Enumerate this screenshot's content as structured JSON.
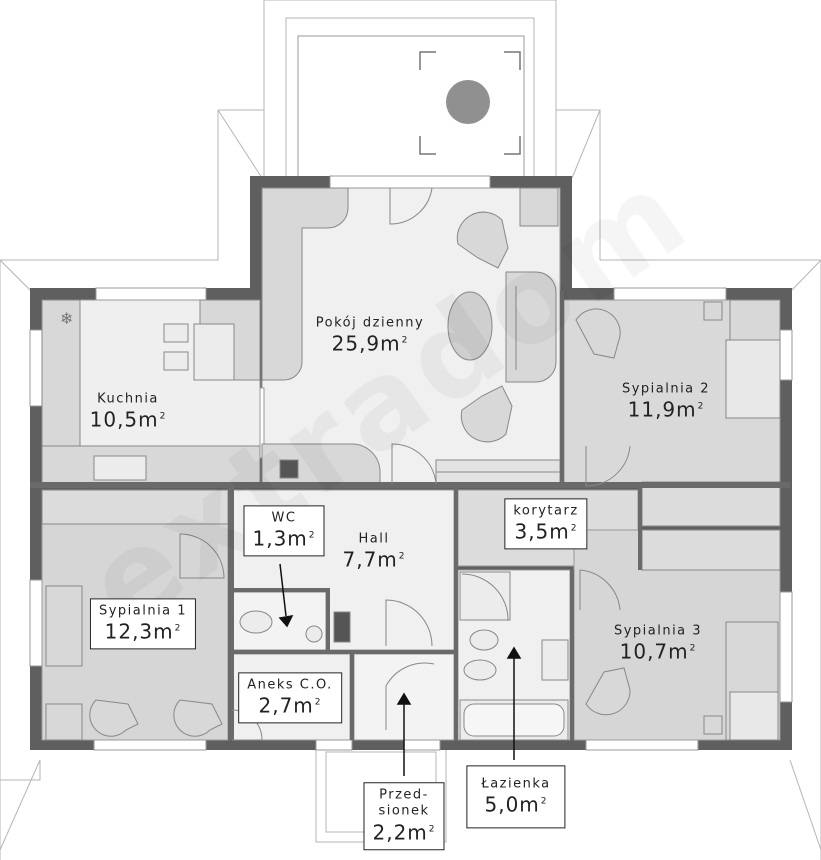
{
  "rooms": {
    "pokoj": {
      "name": "Pokój dzienny",
      "area": "25,9m",
      "sup": "2"
    },
    "kuchnia": {
      "name": "Kuchnia",
      "area": "10,5m",
      "sup": "2"
    },
    "sypialnia2": {
      "name": "Sypialnia 2",
      "area": "11,9m",
      "sup": "2"
    },
    "hall": {
      "name": "Hall",
      "area": "7,7m",
      "sup": "2"
    },
    "wc": {
      "name": "WC",
      "area": "1,3m",
      "sup": "2"
    },
    "korytarz": {
      "name": "korytarz",
      "area": "3,5m",
      "sup": "2"
    },
    "sypialnia1": {
      "name": "Sypialnia 1",
      "area": "12,3m",
      "sup": "2"
    },
    "sypialnia3": {
      "name": "Sypialnia 3",
      "area": "10,7m",
      "sup": "2"
    },
    "aneks": {
      "name": "Aneks C.O.",
      "area": "2,7m",
      "sup": "2"
    },
    "przedsionek": {
      "name": "Przed-",
      "name2": "sionek",
      "area": "2,2m",
      "sup": "2"
    },
    "lazienka": {
      "name": "Łazienka",
      "area": "5,0m",
      "sup": "2"
    }
  },
  "watermark": "extradom",
  "colors": {
    "wall": "#5f5f5f",
    "room_light": "#efefef",
    "room_grey": "#d8d8d8",
    "line": "#9a9a9a"
  }
}
